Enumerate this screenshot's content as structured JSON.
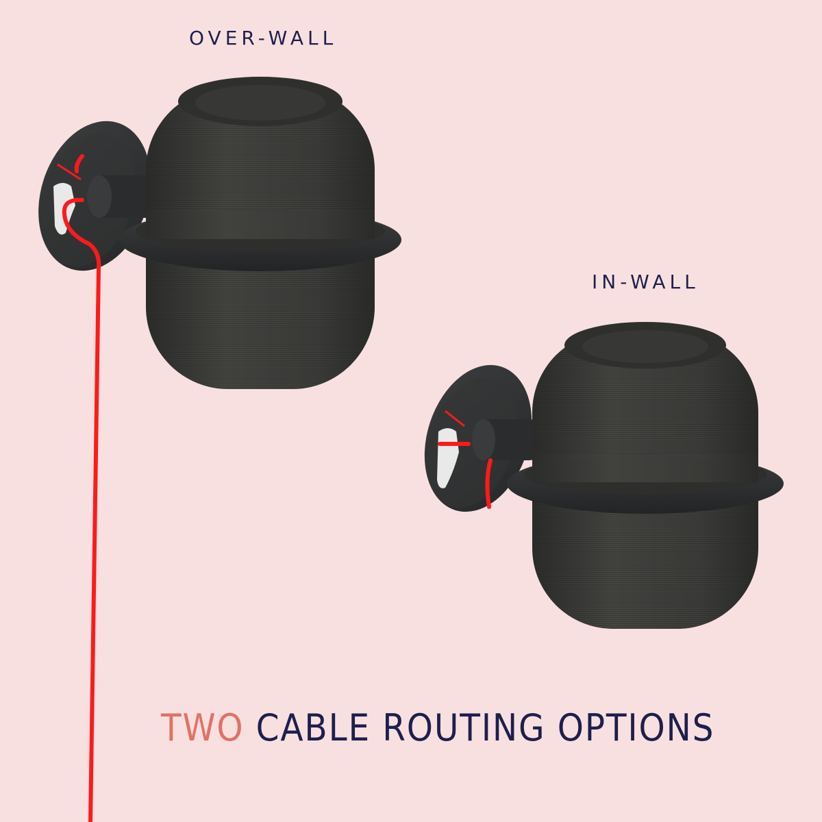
{
  "labels": {
    "over_wall": "OVER-WALL",
    "in_wall": "IN-WALL"
  },
  "headline": {
    "accent": "TWO",
    "rest": "CABLE ROUTING OPTIONS"
  },
  "colors": {
    "background": "#f9e0e0",
    "text": "#1d1f4d",
    "accent": "#e07265",
    "cable": "#ff1a1a",
    "speaker": "#3a3b39",
    "mount": "#303132"
  },
  "illustration": {
    "subject": "speaker-wall-mount",
    "icon": "speaker-mount-icon"
  }
}
